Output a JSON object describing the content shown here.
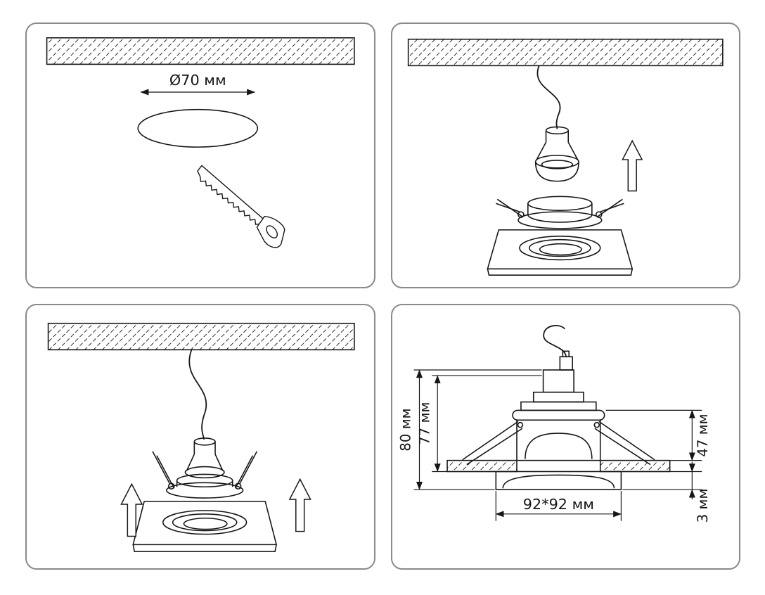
{
  "colors": {
    "line": "#161616",
    "panel_border": "#8a8a8a",
    "background": "#ffffff"
  },
  "panels": [
    {
      "id": "step-1-cut-hole",
      "labels": {
        "hole_diameter": "Ø70 мм"
      }
    },
    {
      "id": "step-2-insert-lamp",
      "labels": {}
    },
    {
      "id": "step-3-push-fixture-into-ceiling",
      "labels": {}
    },
    {
      "id": "step-4-dimensions",
      "labels": {
        "total_height": "80 мм",
        "inner_height": "77 мм",
        "above_ceiling": "47 мм",
        "bezel": "3 мм",
        "cutout": "92*92 мм"
      }
    }
  ]
}
